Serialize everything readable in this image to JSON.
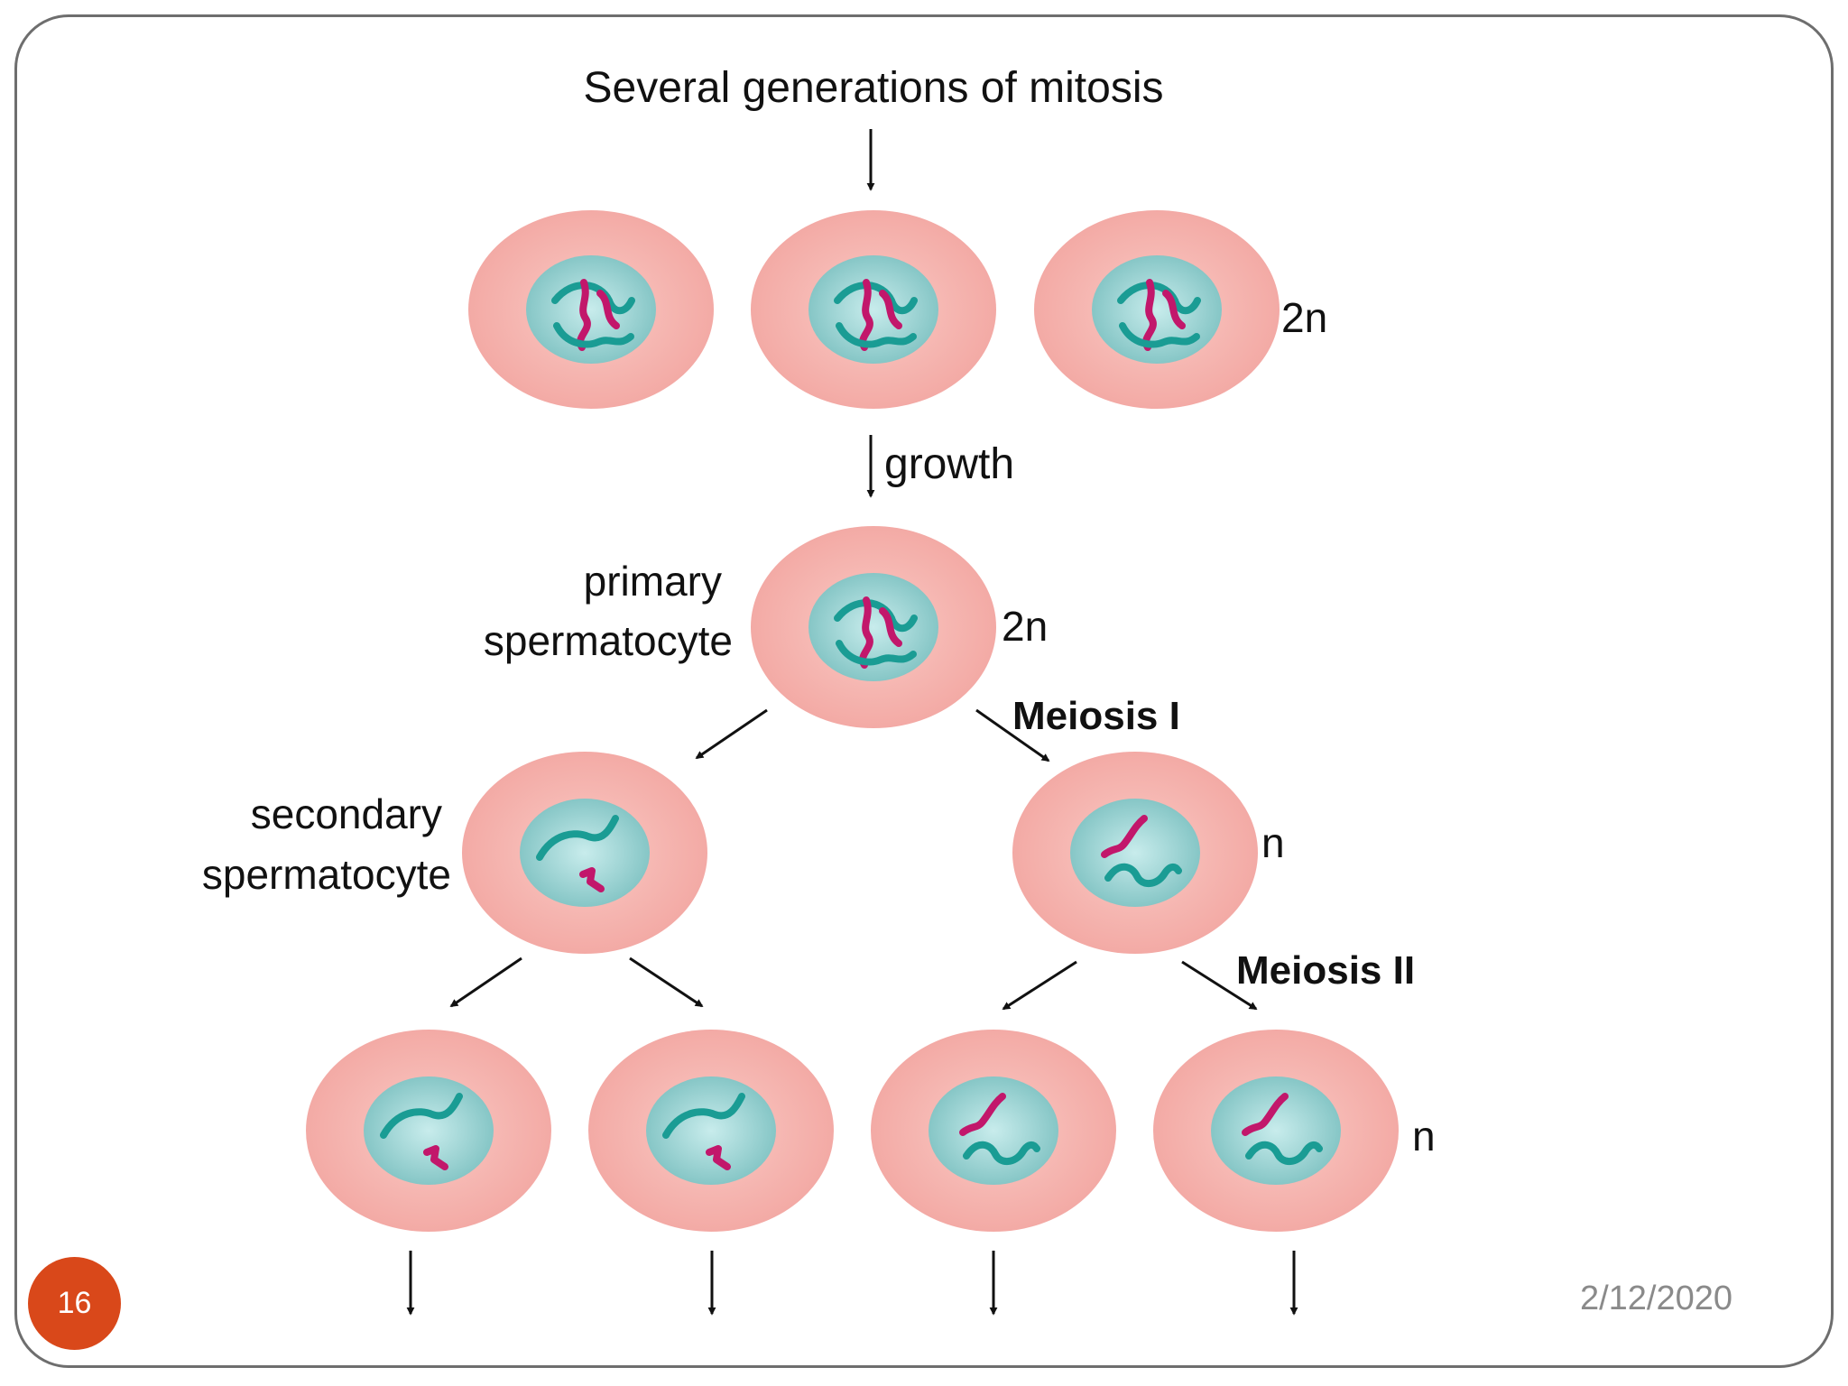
{
  "slide": {
    "number": "16",
    "date": "2/12/2020"
  },
  "diagram": {
    "title": "Several generations of mitosis",
    "growth_label": "growth",
    "primary_label_line1": "primary",
    "primary_label_line2": "spermatocyte",
    "secondary_label_line1": "secondary",
    "secondary_label_line2": "spermatocyte",
    "meiosis1_label": "Meiosis I",
    "meiosis2_label": "Meiosis II",
    "ploidy_row1": "2n",
    "ploidy_primary": "2n",
    "ploidy_secondary": "n",
    "ploidy_final": "n"
  },
  "colors": {
    "cell_fill": "#f6b9b4",
    "nucleus_fill": "#9fd3d3",
    "chromosome_teal": "#1a9c94",
    "chromosome_magenta": "#c2176b",
    "badge": "#d9481a"
  }
}
